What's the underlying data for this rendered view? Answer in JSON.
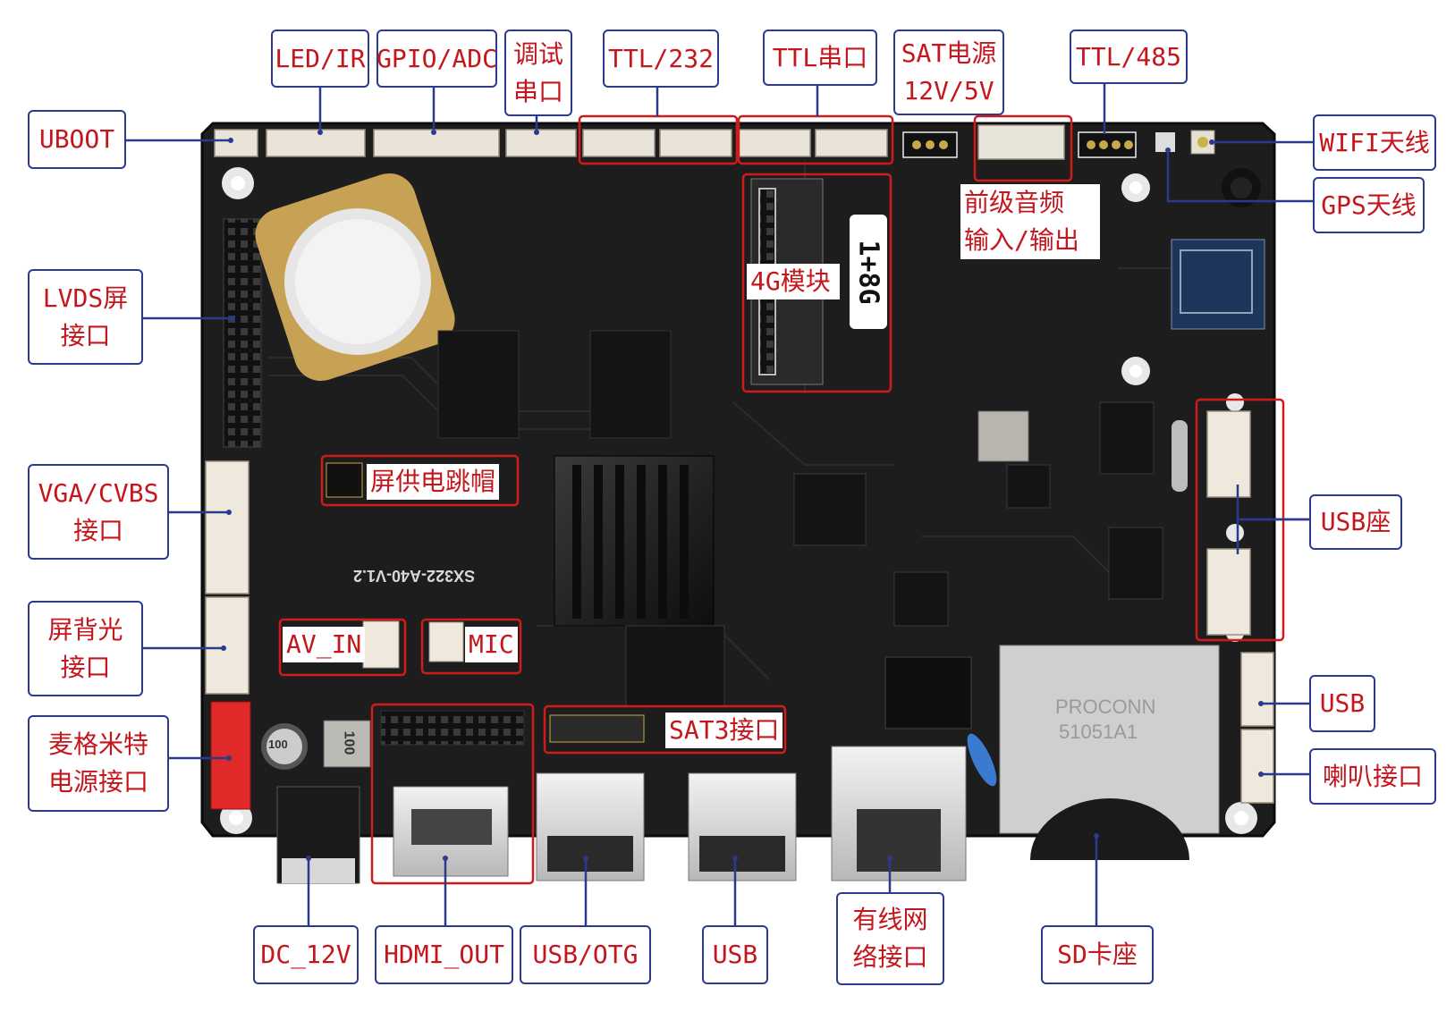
{
  "labels": {
    "led_ir": "LED/IR",
    "gpio_adc": "GPIO/ADC",
    "debug_serial": "调试\n串口",
    "ttl_232": "TTL/232",
    "ttl_serial": "TTL串口",
    "sat_power": "SAT电源\n12V/5V",
    "ttl_485": "TTL/485",
    "uboot": "UBOOT",
    "wifi_antenna": "WIFI天线",
    "gps_antenna": "GPS天线",
    "lvds": "LVDS屏\n接口",
    "vga_cvbs": "VGA/CVBS\n接口",
    "backlight": "屏背光\n接口",
    "power_jack": "麦格米特\n电源接口",
    "usb_socket": "USB座",
    "usb_right": "USB",
    "speaker": "喇叭接口",
    "dc_12v": "DC_12V",
    "hdmi_out": "HDMI_OUT",
    "usb_otg": "USB/OTG",
    "usb_bottom": "USB",
    "ethernet": "有线网\n络接口",
    "sd_card": "SD卡座"
  },
  "board_labels": {
    "audio": "前级音频\n输入/输出",
    "module_4g": "4G模块",
    "mem": "1+8G",
    "screen_jumper": "屏供电跳帽",
    "av_in": "AV_IN",
    "mic": "MIC",
    "sat3": "SAT3接口"
  },
  "board_text": {
    "model": "SX322-A40-V1.2",
    "sd_brand": "PROCONN",
    "sd_part": "51051A1",
    "cap": "100",
    "inductor": "100"
  },
  "colors": {
    "label_text": "#c4161c",
    "label_border": "#2b3a8f",
    "leader": "#2b3a8f",
    "highlight_box": "#d11a1a",
    "board": "#1c1c1c"
  }
}
